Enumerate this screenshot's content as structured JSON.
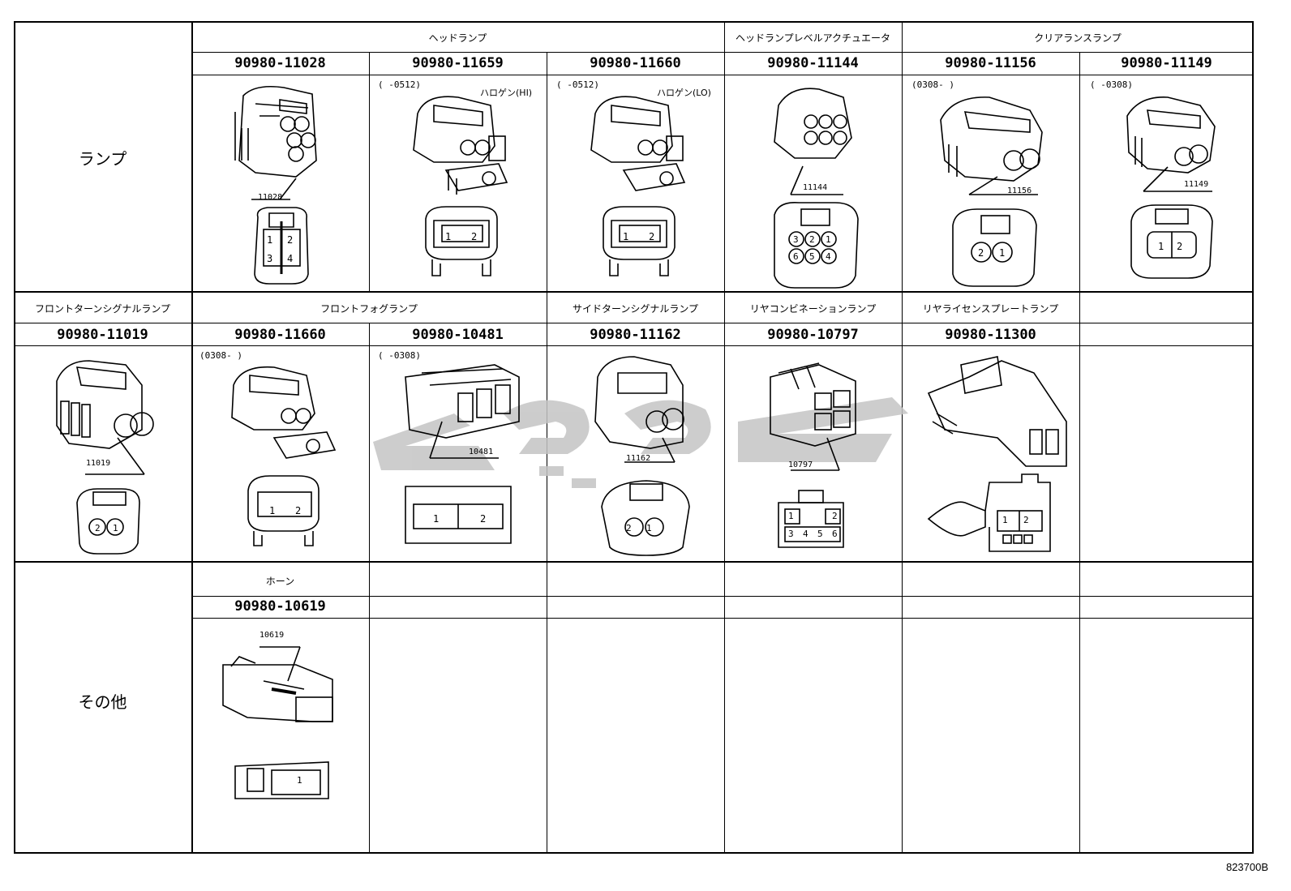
{
  "rows": [
    {
      "label": "ランプ",
      "categories": [
        {
          "text": "ヘッドランプ"
        },
        {
          "text": "ヘッドランプレベルアクチュエータ"
        },
        {
          "text": "クリアランスランプ"
        }
      ],
      "parts": [
        {
          "pn": "90980-11028",
          "tag": "11028",
          "note": "",
          "note2": ""
        },
        {
          "pn": "90980-11659",
          "tag": "",
          "note": "(     -0512)",
          "note2": "ハロゲン(HI)"
        },
        {
          "pn": "90980-11660",
          "tag": "",
          "note": "(     -0512)",
          "note2": "ハロゲン(LO)"
        },
        {
          "pn": "90980-11144",
          "tag": "11144",
          "note": "",
          "note2": ""
        },
        {
          "pn": "90980-11156",
          "tag": "11156",
          "note": "(0308-     )",
          "note2": ""
        },
        {
          "pn": "90980-11149",
          "tag": "11149",
          "note": "(     -0308)",
          "note2": ""
        }
      ]
    },
    {
      "label": "",
      "categories": [
        {
          "text": "フロントターンシグナルランプ"
        },
        {
          "text": "フロントフォグランプ"
        },
        {
          "text": "サイドターンシグナルランプ"
        },
        {
          "text": "リヤコンビネーションランプ"
        },
        {
          "text": "リヤライセンスプレートランプ"
        }
      ],
      "parts": [
        {
          "pn": "90980-11019",
          "tag": "11019",
          "note": ""
        },
        {
          "pn": "90980-11660",
          "tag": "",
          "note": "(0308-     )"
        },
        {
          "pn": "90980-10481",
          "tag": "10481",
          "note": "(     -0308)"
        },
        {
          "pn": "90980-11162",
          "tag": "11162",
          "note": ""
        },
        {
          "pn": "90980-10797",
          "tag": "10797",
          "note": ""
        },
        {
          "pn": "90980-11300",
          "tag": "",
          "note": ""
        }
      ]
    },
    {
      "label": "その他",
      "categories": [
        {
          "text": "ホーン"
        }
      ],
      "parts": [
        {
          "pn": "90980-10619",
          "tag": "10619",
          "note": ""
        }
      ]
    }
  ],
  "figure_code": "823700B",
  "colors": {
    "line": "#000000",
    "watermark": "#c4c4c4"
  }
}
